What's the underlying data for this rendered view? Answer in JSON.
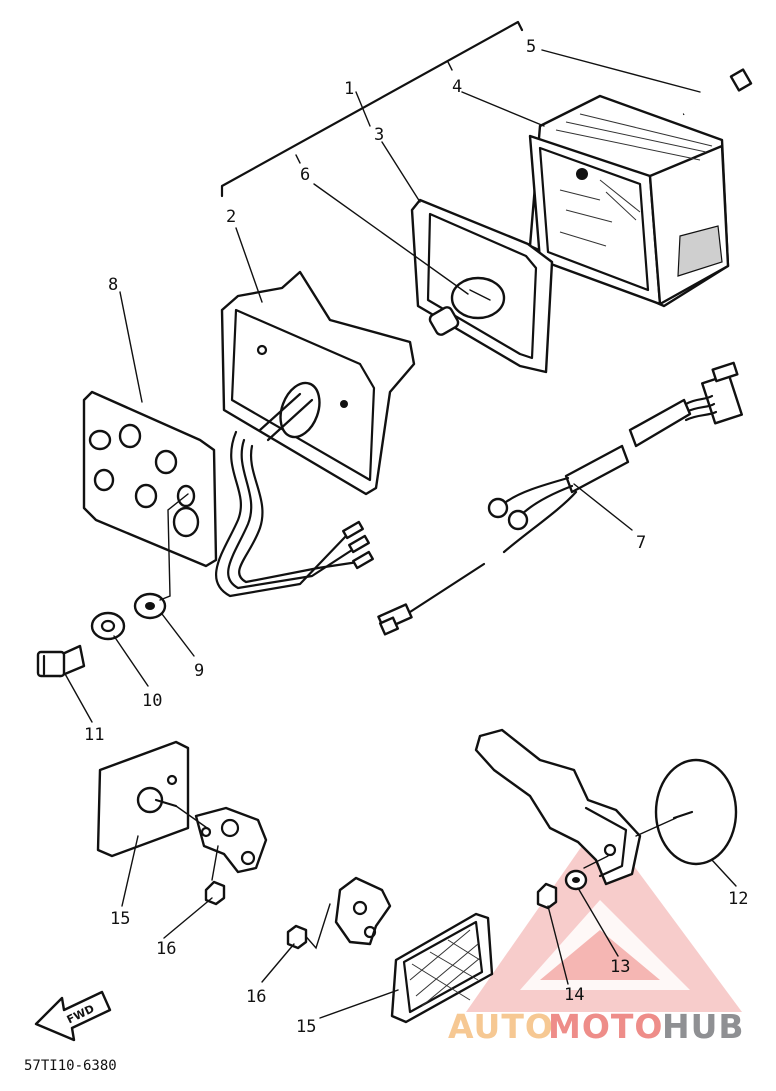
{
  "diagram": {
    "drawing_code": "57TI10-6380",
    "fwd_label": "FWD",
    "watermark": {
      "part1": "AUTO",
      "part2": "MOTO",
      "part3": "HUB",
      "accent_color": "#e8625e",
      "primary_color": "#f6c893",
      "secondary_color": "#8f9093"
    },
    "callouts": [
      {
        "id": "c1",
        "label": "1"
      },
      {
        "id": "c2",
        "label": "2"
      },
      {
        "id": "c3",
        "label": "3"
      },
      {
        "id": "c4",
        "label": "4"
      },
      {
        "id": "c5",
        "label": "5"
      },
      {
        "id": "c6",
        "label": "6"
      },
      {
        "id": "c7",
        "label": "7"
      },
      {
        "id": "c8",
        "label": "8"
      },
      {
        "id": "c9",
        "label": "9"
      },
      {
        "id": "c10",
        "label": "10"
      },
      {
        "id": "c11",
        "label": "11"
      },
      {
        "id": "c12",
        "label": "12"
      },
      {
        "id": "c13",
        "label": "13"
      },
      {
        "id": "c14",
        "label": "14"
      },
      {
        "id": "c15a",
        "label": "15"
      },
      {
        "id": "c15b",
        "label": "15"
      },
      {
        "id": "c16a",
        "label": "16"
      },
      {
        "id": "c16b",
        "label": "16"
      }
    ]
  }
}
